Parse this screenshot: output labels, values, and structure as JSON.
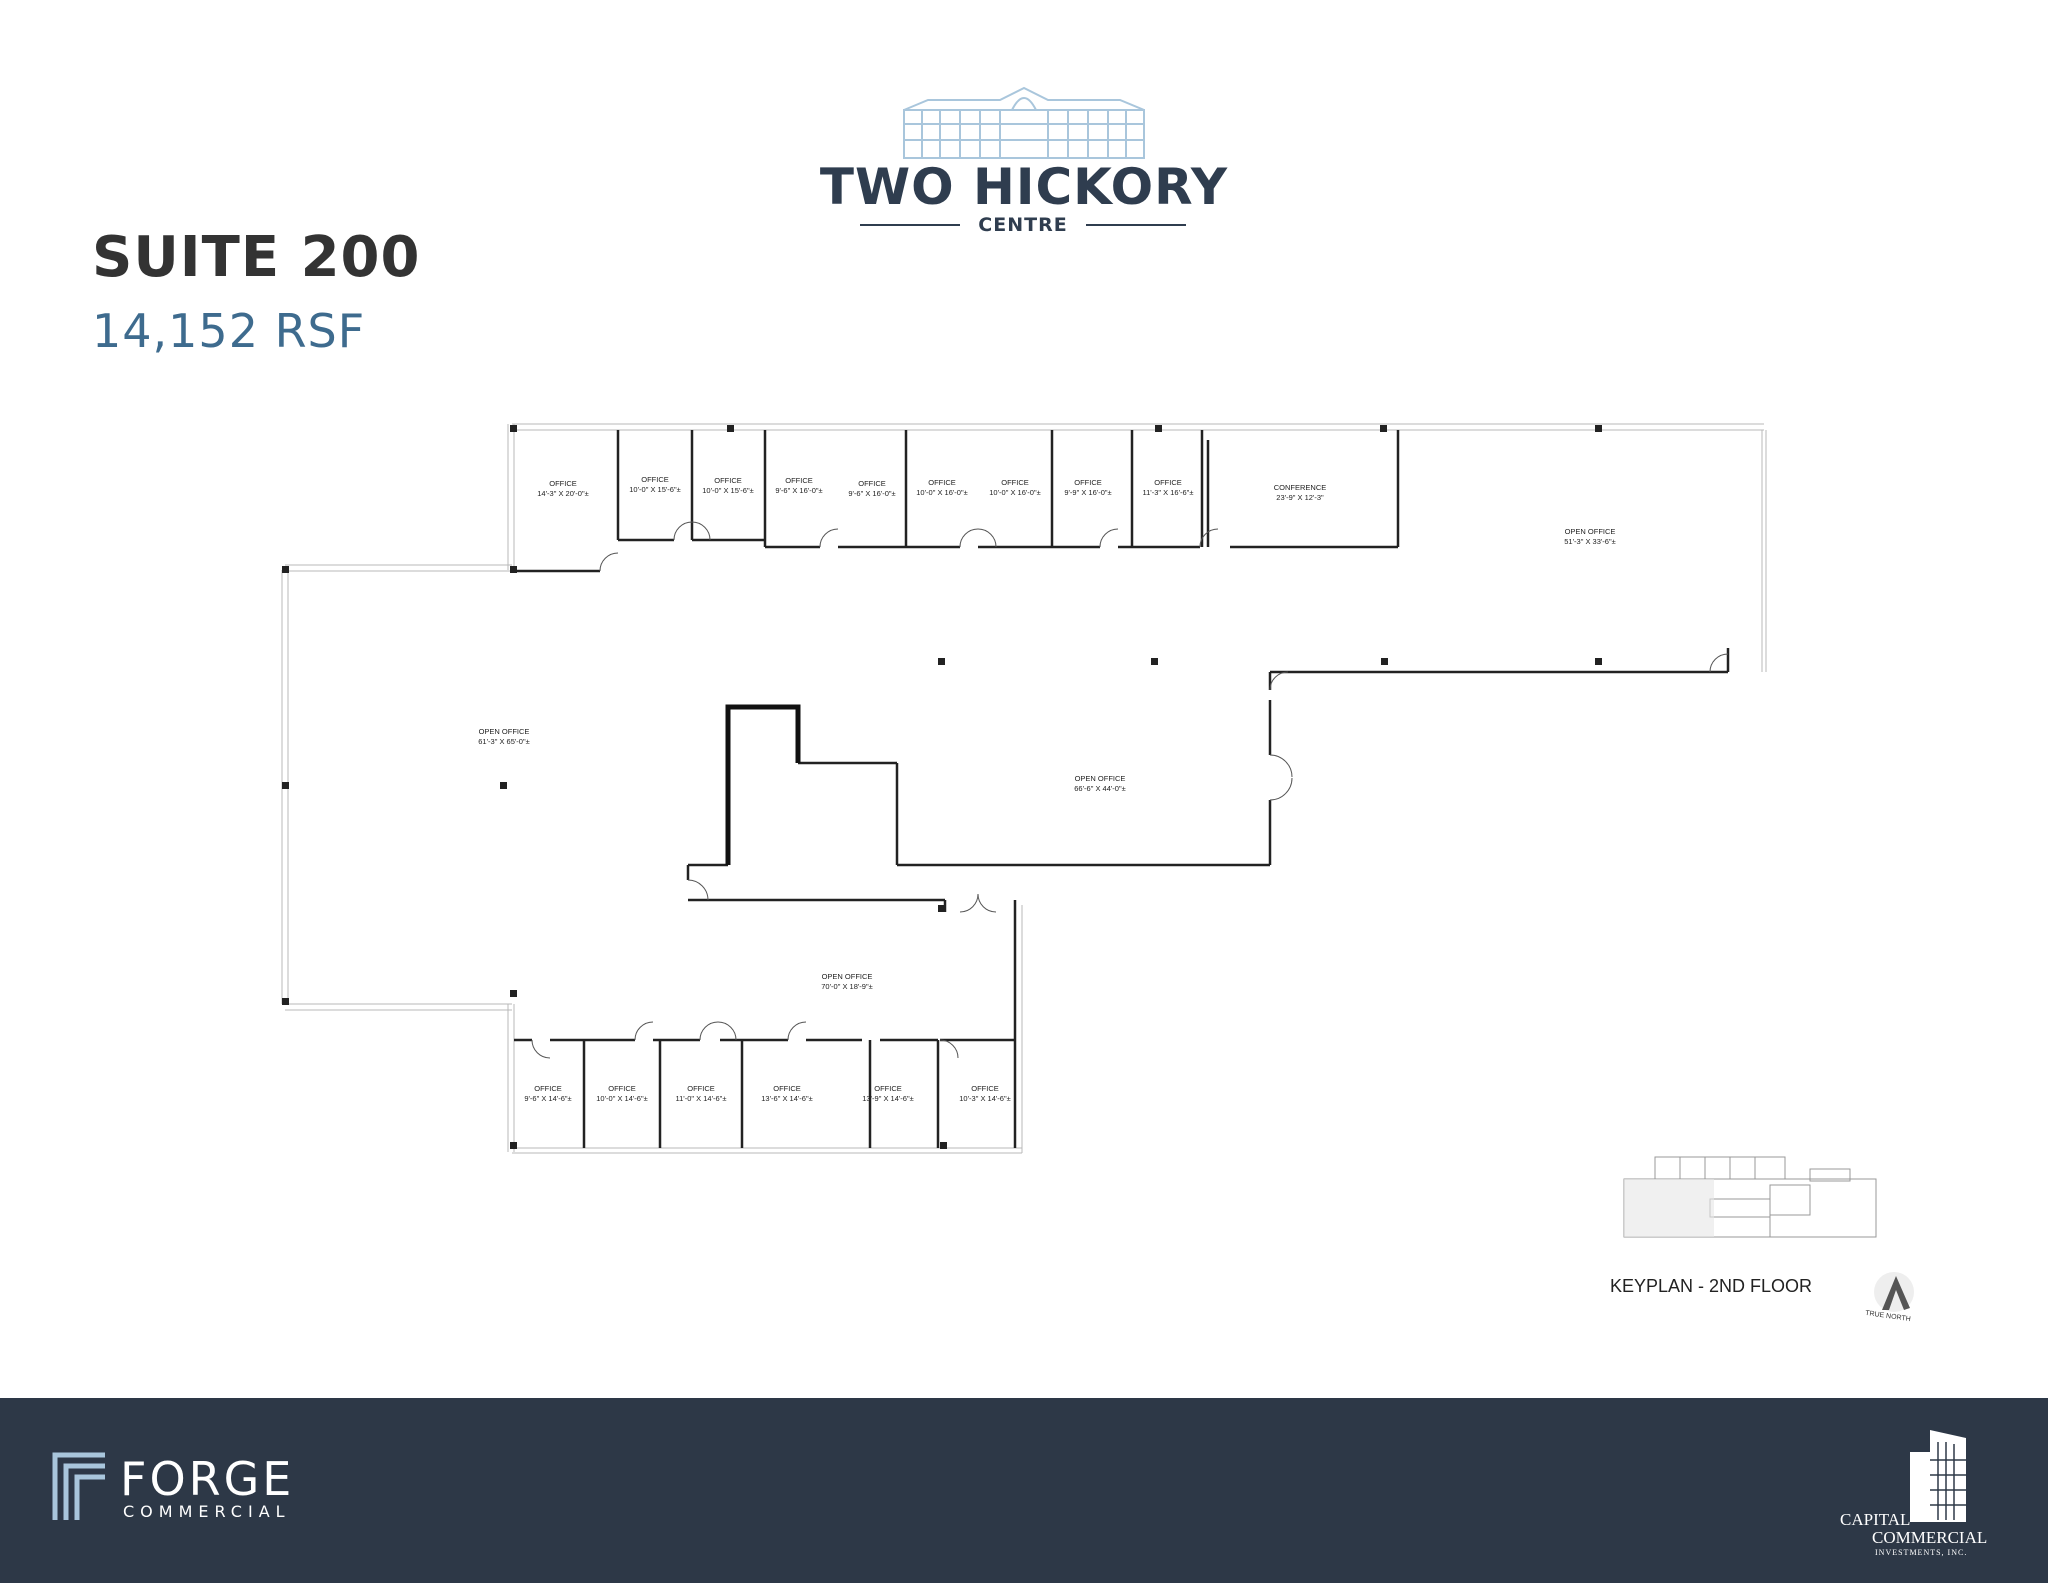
{
  "brand": {
    "title": "TWO HICKORY",
    "subtitle": "CENTRE"
  },
  "suite": {
    "title": "SUITE 200",
    "area": "14,152 RSF"
  },
  "rooms": [
    {
      "name": "OFFICE",
      "size": "14'-3\" X 20'-0\"±"
    },
    {
      "name": "OFFICE",
      "size": "10'-0\" X 15'-6\"±"
    },
    {
      "name": "OFFICE",
      "size": "10'-0\" X 15'-6\"±"
    },
    {
      "name": "OFFICE",
      "size": "9'-6\" X 16'-0\"±"
    },
    {
      "name": "OFFICE",
      "size": "9'-6\" X 16'-0\"±"
    },
    {
      "name": "OFFICE",
      "size": "10'-0\" X 16'-0\"±"
    },
    {
      "name": "OFFICE",
      "size": "10'-0\" X 16'-0\"±"
    },
    {
      "name": "OFFICE",
      "size": "9'-9\" X 16'-0\"±"
    },
    {
      "name": "OFFICE",
      "size": "11'-3\" X 16'-6\"±"
    },
    {
      "name": "CONFERENCE",
      "size": "23'-9\" X 12'-3\""
    },
    {
      "name": "OPEN OFFICE",
      "size": "51'-3\" X 33'-6\"±"
    },
    {
      "name": "OPEN OFFICE",
      "size": "61'-3\" X 65'-0\"±"
    },
    {
      "name": "OPEN OFFICE",
      "size": "66'-6\" X 44'-0\"±"
    },
    {
      "name": "OPEN OFFICE",
      "size": "70'-0\" X 18'-9\"±"
    },
    {
      "name": "OFFICE",
      "size": "9'-6\" X 14'-6\"±"
    },
    {
      "name": "OFFICE",
      "size": "10'-0\" X 14'-6\"±"
    },
    {
      "name": "OFFICE",
      "size": "11'-0\" X 14'-6\"±"
    },
    {
      "name": "OFFICE",
      "size": "13'-6\" X 14'-6\"±"
    },
    {
      "name": "OFFICE",
      "size": "13'-9\" X 14'-6\"±"
    },
    {
      "name": "OFFICE",
      "size": "10'-3\" X 14'-6\"±"
    }
  ],
  "keyplan": {
    "label": "KEYPLAN - 2ND FLOOR",
    "north_label": "TRUE NORTH"
  },
  "footer": {
    "forge_name": "FORGE",
    "forge_sub": "COMMERCIAL",
    "capital_line1": "CAPITAL",
    "capital_line2": "COMMERCIAL",
    "capital_line3": "INVESTMENTS, INC."
  },
  "colors": {
    "footer_bg": "#2d3847",
    "title_dark": "#2f3d4f",
    "area_blue": "#3e6b8e",
    "logo_light_blue": "#a9c6dc"
  }
}
